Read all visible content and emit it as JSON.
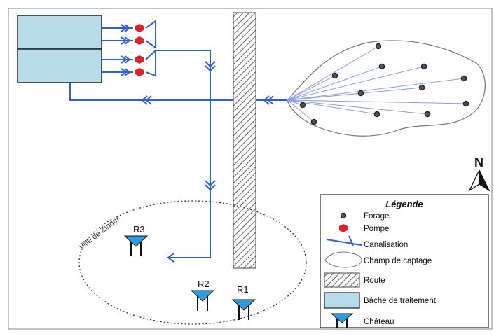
{
  "diagram": {
    "city_label": "Ville de Zinder",
    "reservoirs": [
      "R3",
      "R2",
      "R1"
    ],
    "north_label": "N"
  },
  "legend": {
    "title": "Légende",
    "items": [
      {
        "symbol": "forage-icon",
        "label": "Forage"
      },
      {
        "symbol": "pompe-icon",
        "label": "Pompe"
      },
      {
        "symbol": "canalisation-icon",
        "label": "Canalisation"
      },
      {
        "symbol": "champ-icon",
        "label": "Champ de captage"
      },
      {
        "symbol": "route-icon",
        "label": "Route"
      },
      {
        "symbol": "bache-icon",
        "label": "Bâche de traitement"
      },
      {
        "symbol": "chateau-icon",
        "label": "Château"
      }
    ]
  },
  "colors": {
    "pipe": "#2f5fdc",
    "tank_fill": "#b9dcea",
    "pump": "#e0202a",
    "chateau": "#2d9be0",
    "field_line": "#8a9ee6"
  }
}
